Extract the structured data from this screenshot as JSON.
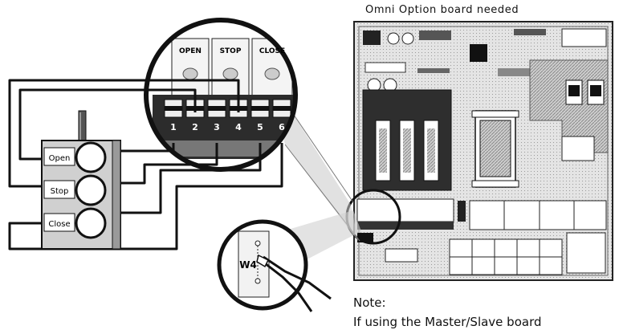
{
  "title": "Omni Option board needed",
  "note": {
    "heading": "Note:",
    "body": "If using the Master/Slave board"
  },
  "station": {
    "buttons": [
      "Open",
      "Stop",
      "Close"
    ]
  },
  "terminal": {
    "labels": [
      "OPEN",
      "STOP",
      "CLOSE"
    ],
    "numbers": [
      "1",
      "2",
      "3",
      "4",
      "5",
      "6"
    ]
  },
  "jumper": {
    "label": "W4"
  },
  "colors": {
    "ink": "#111111",
    "board": "#dcdcdc",
    "paper": "#ffffff"
  }
}
